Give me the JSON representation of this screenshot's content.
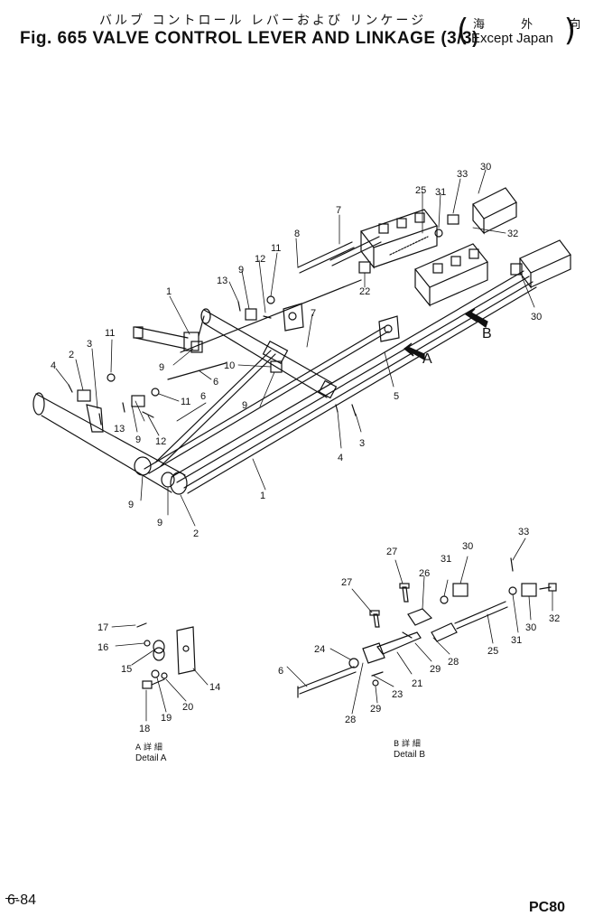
{
  "header": {
    "title_jp": "バルブ コントロール レバーおよび リンケージ",
    "title_en": "Fig. 665 VALVE CONTROL LEVER AND LINKAGE (3/3)",
    "region_jp": "海 外 向",
    "region_en": "Except Japan"
  },
  "callouts": {
    "main": [
      "1",
      "2",
      "3",
      "4",
      "5",
      "6",
      "7",
      "8",
      "9",
      "10",
      "11",
      "12",
      "13",
      "22",
      "25",
      "30",
      "31",
      "32",
      "33",
      "A",
      "B"
    ],
    "detail_a": [
      "14",
      "15",
      "16",
      "17",
      "18",
      "19",
      "20"
    ],
    "detail_b": [
      "6",
      "21",
      "23",
      "24",
      "25",
      "26",
      "27",
      "28",
      "29",
      "30",
      "31",
      "32",
      "33"
    ]
  },
  "captions": {
    "detail_a_jp": "A 詳 細",
    "detail_a_en": "Detail A",
    "detail_b_jp": "B 詳 細",
    "detail_b_en": "Detail B"
  },
  "footer": {
    "page": "6-84",
    "model": "PC80"
  }
}
